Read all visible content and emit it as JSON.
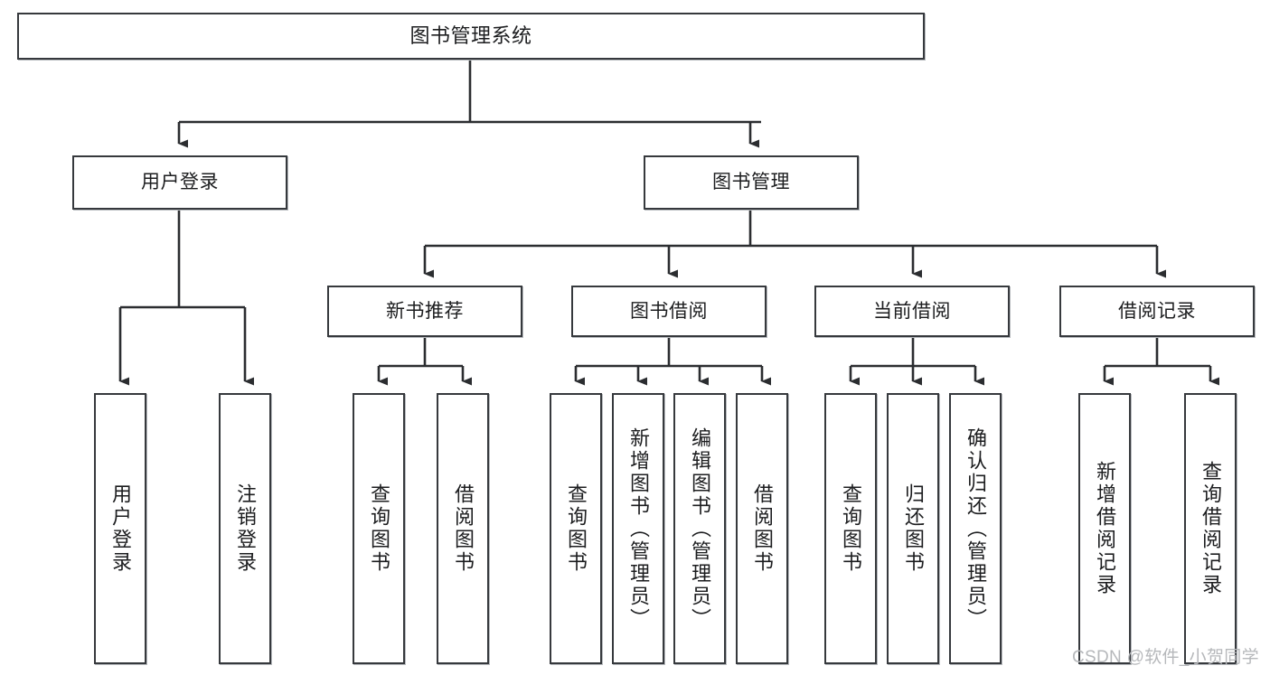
{
  "diagram": {
    "type": "hierarchy-tree",
    "title": "图书管理系统",
    "root": {
      "label": "图书管理系统"
    },
    "level1": [
      {
        "label": "用户登录"
      },
      {
        "label": "图书管理"
      }
    ],
    "level2": [
      {
        "label": "新书推荐"
      },
      {
        "label": "图书借阅"
      },
      {
        "label": "当前借阅"
      },
      {
        "label": "借阅记录"
      }
    ],
    "leaves": {
      "user_login": [
        {
          "label": "用户登录"
        },
        {
          "label": "注销登录"
        }
      ],
      "new_book_recommend": [
        {
          "label": "查询图书"
        },
        {
          "label": "借阅图书"
        }
      ],
      "book_borrow": [
        {
          "label": "查询图书"
        },
        {
          "label": "新增图书（管理员）"
        },
        {
          "label": "编辑图书（管理员）"
        },
        {
          "label": "借阅图书"
        }
      ],
      "current_borrow": [
        {
          "label": "查询图书"
        },
        {
          "label": "归还图书"
        },
        {
          "label": "确认归还（管理员）"
        }
      ],
      "borrow_record": [
        {
          "label": "新增借阅记录"
        },
        {
          "label": "查询借阅记录"
        }
      ]
    }
  },
  "watermark": {
    "text": "CSDN @软件_小贺同学"
  },
  "colors": {
    "box_border": "#36393d",
    "box_fill": "#ffffff",
    "connector": "#2b2d30",
    "text": "#1c1d1f",
    "watermark": "#b6b8bb"
  }
}
